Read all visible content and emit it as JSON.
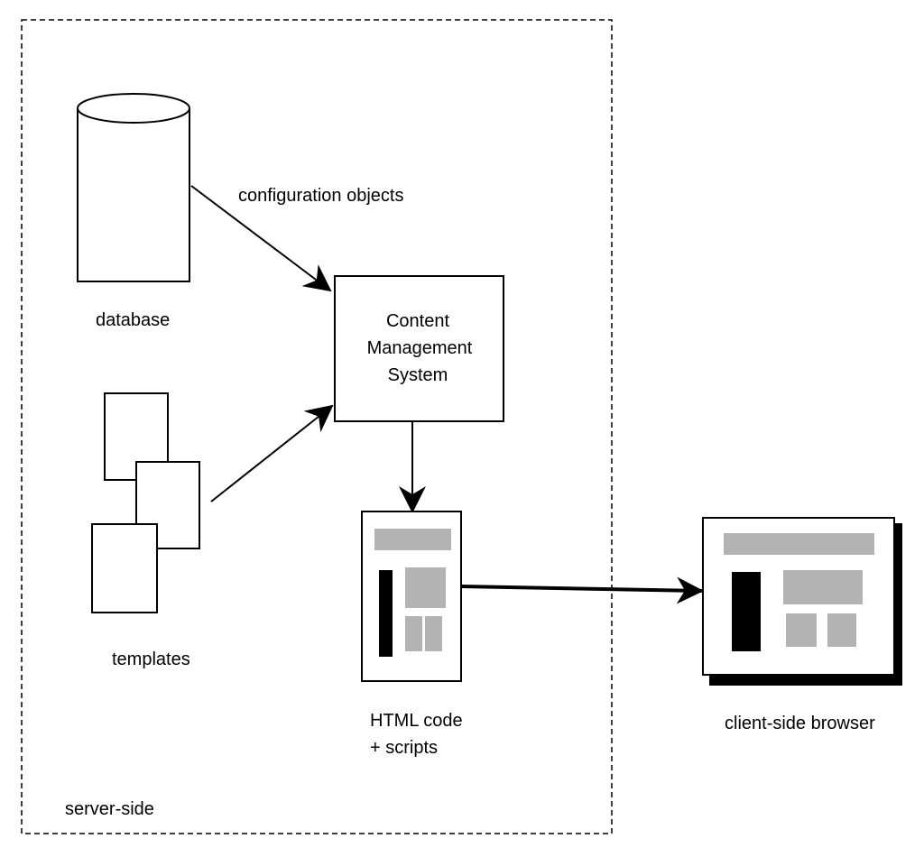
{
  "labels": {
    "configuration_objects": "configuration objects",
    "database": "database",
    "cms_line1": "Content",
    "cms_line2": "Management",
    "cms_line3": "System",
    "templates": "templates",
    "html_code_line1": "HTML code",
    "html_code_line2": "+ scripts",
    "client_side_browser": "client-side browser",
    "server_side": "server-side"
  },
  "colors": {
    "stroke": "#000000",
    "page_fill": "#ffffff",
    "placeholder_gray": "#b3b3b3",
    "bar_black": "#000000"
  }
}
